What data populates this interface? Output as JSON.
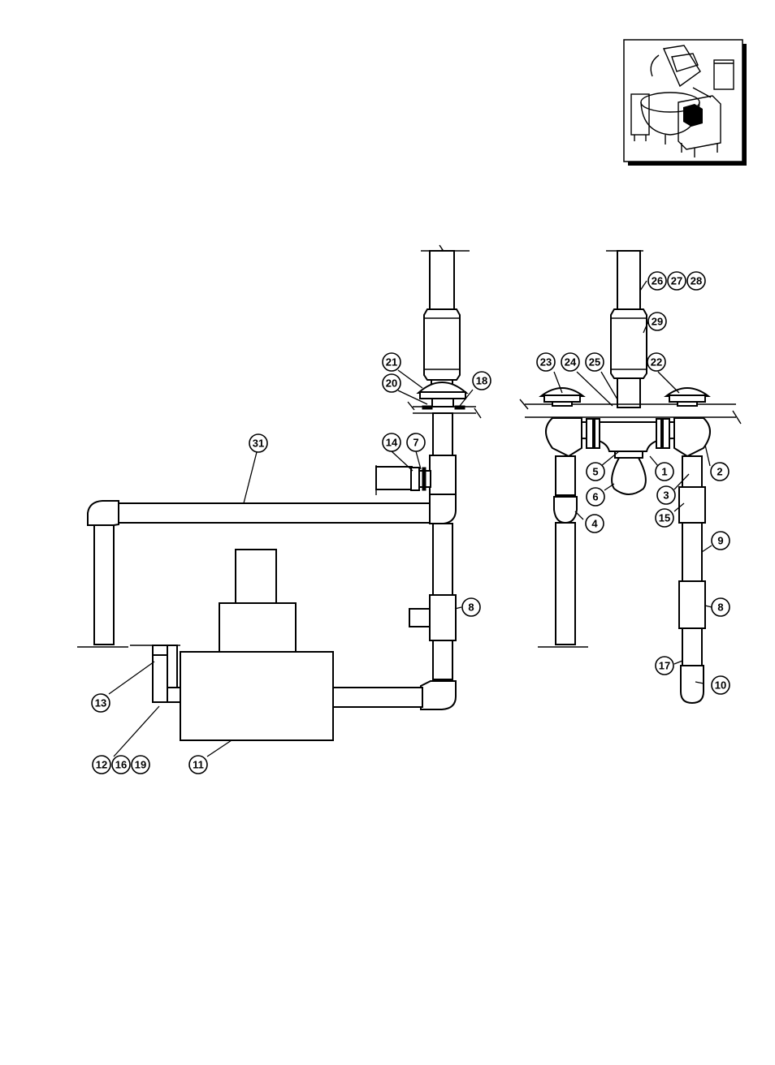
{
  "callouts": {
    "c1": "1",
    "c2": "2",
    "c3": "3",
    "c4": "4",
    "c5": "5",
    "c6": "6",
    "c7": "7",
    "c8a": "8",
    "c8b": "8",
    "c9": "9",
    "c10": "10",
    "c11": "11",
    "c12": "12",
    "c13": "13",
    "c14": "14",
    "c15": "15",
    "c16": "16",
    "c17": "17",
    "c18": "18",
    "c19": "19",
    "c20": "20",
    "c21": "21",
    "c22": "22",
    "c23": "23",
    "c24": "24",
    "c25": "25",
    "c26": "26",
    "c27": "27",
    "c28": "28",
    "c29": "29",
    "c31": "31"
  },
  "locator_icon": "equipment-locator-icon"
}
